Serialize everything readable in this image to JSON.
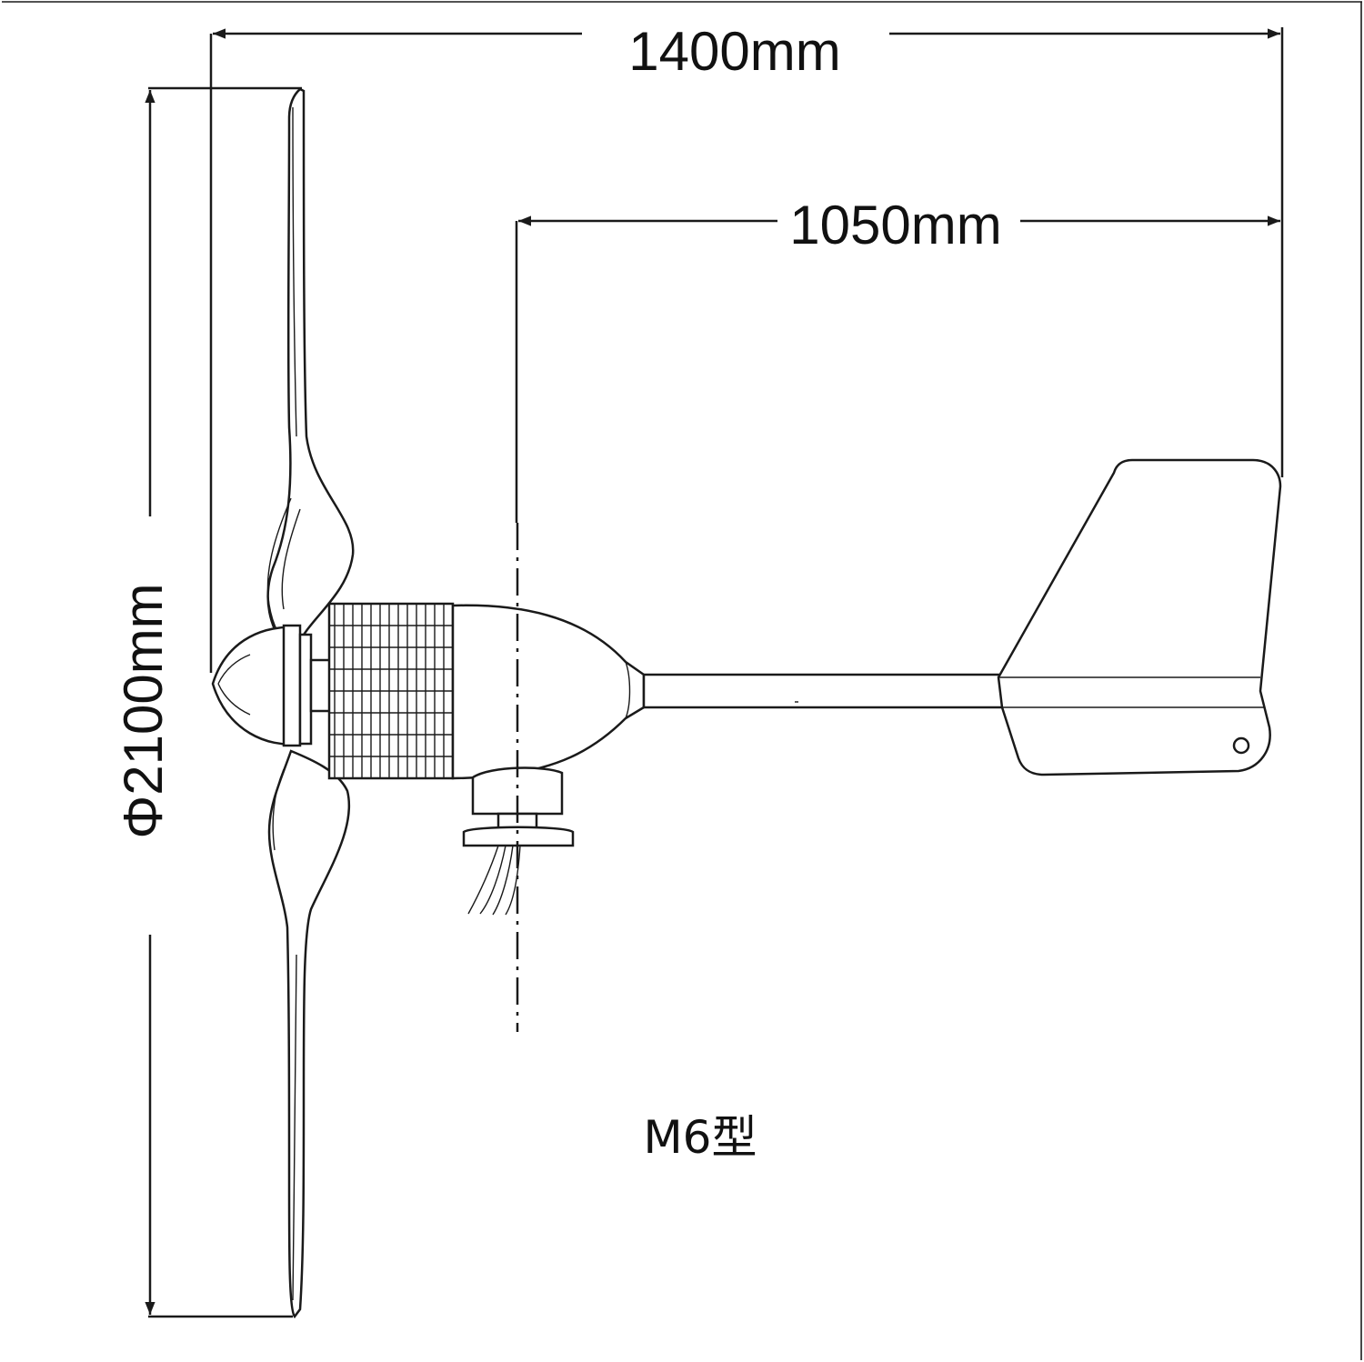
{
  "dimensions": {
    "overall_length": "1400mm",
    "tail_length": "1050mm",
    "rotor_diameter": "Φ2100mm"
  },
  "model_label": "M6型",
  "colors": {
    "line": "#1a1a1a",
    "background": "#ffffff"
  }
}
